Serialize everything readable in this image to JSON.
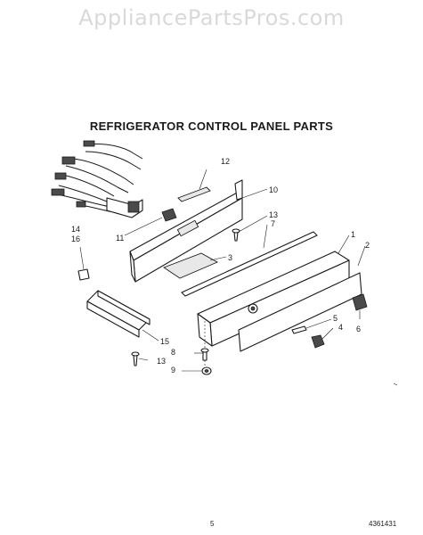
{
  "watermark": "AppliancePartsPros.com",
  "title": "REFRIGERATOR CONTROL PANEL PARTS",
  "callouts": {
    "c1": "1",
    "c2": "2",
    "c3": "3",
    "c4": "4",
    "c5": "5",
    "c6": "6",
    "c7": "7",
    "c8": "8",
    "c9": "9",
    "c10": "10",
    "c11": "11",
    "c12": "12",
    "c13a": "13",
    "c13b": "13",
    "c14": "14",
    "c15": "15",
    "c16": "16"
  },
  "footer": {
    "page_number": "5",
    "doc_number": "4361431"
  }
}
